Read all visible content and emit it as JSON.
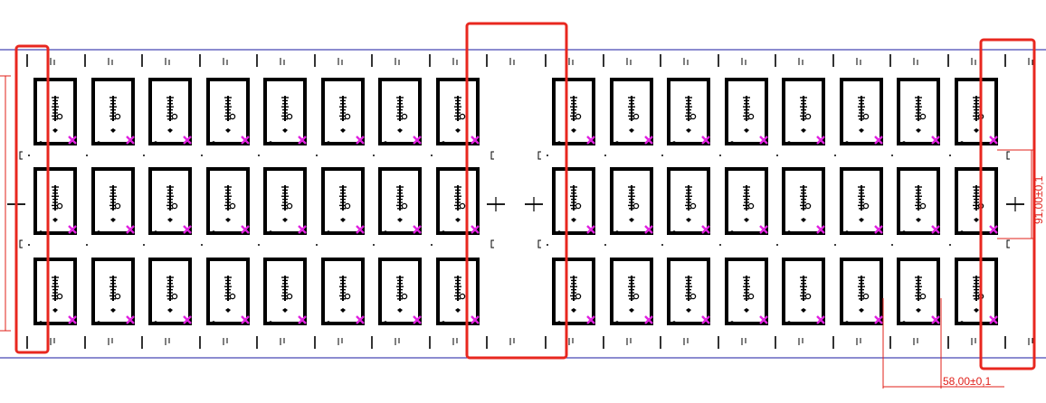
{
  "drawing": {
    "grid": {
      "rows": 3,
      "left_columns": 8,
      "right_columns": 8
    },
    "dimensions": {
      "horizontal_label": "58,00±0,1",
      "vertical_label": "91,00±0,1"
    },
    "colors": {
      "outline": "#000000",
      "border_line": "#1a1aa0",
      "highlight": "#e8271f",
      "marker": "#e020e0",
      "dimension": "#e0201a"
    },
    "highlight_regions": [
      "left-edge",
      "center-gap",
      "right-edge"
    ]
  }
}
